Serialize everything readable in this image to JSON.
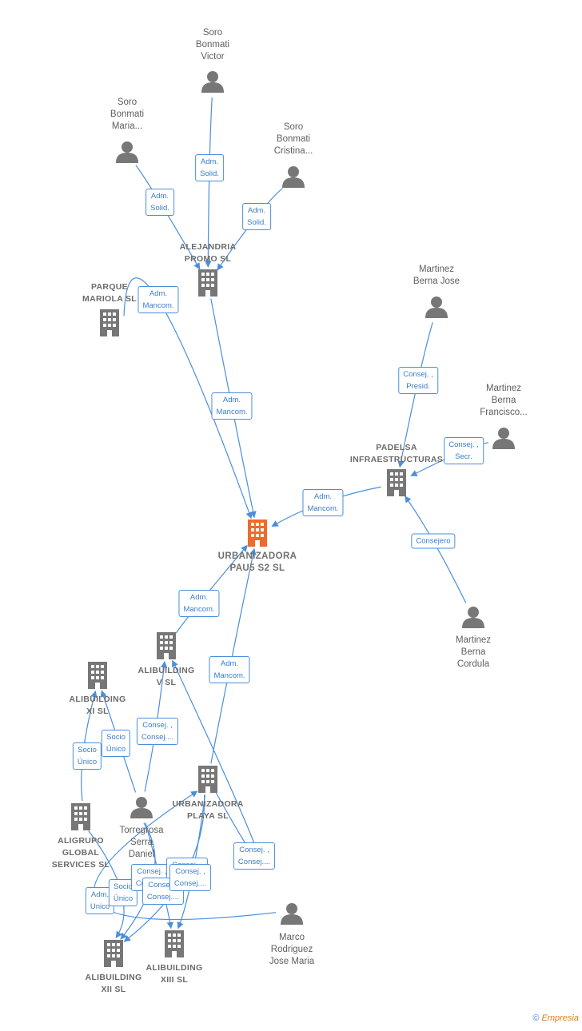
{
  "colors": {
    "edge": "#4a8fdb",
    "node": "#777777",
    "main_node": "#f06a2a"
  },
  "nodes": [
    {
      "id": "soro_victor",
      "kind": "person",
      "label": "Soro\nBonmati\nVictor"
    },
    {
      "id": "soro_maria",
      "kind": "person",
      "label": "Soro\nBonmati\nMaria..."
    },
    {
      "id": "soro_cristina",
      "kind": "person",
      "label": "Soro\nBonmati\nCristina..."
    },
    {
      "id": "alejandria",
      "kind": "company",
      "label": "ALEJANDRIA\nPROMO SL"
    },
    {
      "id": "parque",
      "kind": "company",
      "label": "PARQUE\nMARIOLA SL"
    },
    {
      "id": "martinez_jose",
      "kind": "person",
      "label": "Martinez\nBerna Jose"
    },
    {
      "id": "martinez_francisco",
      "kind": "person",
      "label": "Martinez\nBerna\nFrancisco..."
    },
    {
      "id": "padelsa",
      "kind": "company",
      "label": "PADELSA\nINFRAESTRUCTURAS"
    },
    {
      "id": "urbanizadora_pau5",
      "kind": "main",
      "label": "URBANIZADORA\nPAU5 S2 SL"
    },
    {
      "id": "martinez_cordula",
      "kind": "person",
      "label": "Martinez\nBerna\nCordula"
    },
    {
      "id": "alibuilding_v",
      "kind": "company",
      "label": "ALIBUILDING\nV SL"
    },
    {
      "id": "alibuilding_xi",
      "kind": "company",
      "label": "ALIBUILDING\nXI SL"
    },
    {
      "id": "urbanizadora_playa",
      "kind": "company",
      "label": "URBANIZADORA\nPLAYA SL"
    },
    {
      "id": "torregrosa",
      "kind": "person",
      "label": "Torregrosa\nSerra\nDaniel"
    },
    {
      "id": "aligrupo",
      "kind": "company",
      "label": "ALIGRUPO\nGLOBAL\nSERVICES SL"
    },
    {
      "id": "marco",
      "kind": "person",
      "label": "Marco\nRodriguez\nJose Maria"
    },
    {
      "id": "alibuilding_xii",
      "kind": "company",
      "label": "ALIBUILDING\nXII SL"
    },
    {
      "id": "alibuilding_xiii",
      "kind": "company",
      "label": "ALIBUILDING\nXIII SL"
    }
  ],
  "edges": [
    {
      "from": "soro_victor",
      "to": "alejandria",
      "label": "Adm.\nSolid."
    },
    {
      "from": "soro_maria",
      "to": "alejandria",
      "label": "Adm.\nSolid."
    },
    {
      "from": "soro_cristina",
      "to": "alejandria",
      "label": "Adm.\nSolid."
    },
    {
      "from": "parque",
      "to": "urbanizadora_pau5",
      "label": "Adm.\nMancom."
    },
    {
      "from": "alejandria",
      "to": "urbanizadora_pau5",
      "label": "Adm.\nMancom."
    },
    {
      "from": "martinez_jose",
      "to": "padelsa",
      "label": "Consej. ,\nPresid."
    },
    {
      "from": "martinez_francisco",
      "to": "padelsa",
      "label": "Consej. ,\nSecr."
    },
    {
      "from": "padelsa",
      "to": "urbanizadora_pau5",
      "label": "Adm.\nMancom."
    },
    {
      "from": "martinez_cordula",
      "to": "padelsa",
      "label": "Consejero"
    },
    {
      "from": "alibuilding_v",
      "to": "urbanizadora_pau5",
      "label": "Adm.\nMancom."
    },
    {
      "from": "urbanizadora_playa",
      "to": "urbanizadora_pau5",
      "label": "Adm.\nMancom."
    },
    {
      "from": "aligrupo",
      "to": "alibuilding_xi",
      "label": "Socio\nÚnico"
    },
    {
      "from": "torregrosa",
      "to": "alibuilding_xi",
      "label": "Socio\nÚnico"
    },
    {
      "from": "torregrosa",
      "to": "alibuilding_v",
      "label": "Consej. ,\nConsej...."
    },
    {
      "from": "urbanizadora_playa",
      "to": "alibuilding_v",
      "label": "Consej. ,\nConsej...."
    },
    {
      "from": "marco",
      "to": "urbanizadora_playa",
      "label": "Adm.\nUnico"
    },
    {
      "from": "aligrupo",
      "to": "alibuilding_xii",
      "label": "Socio\nÚnico"
    },
    {
      "from": "torregrosa",
      "to": "alibuilding_xii",
      "label": "Consej. ,\nConsej...."
    },
    {
      "from": "urbanizadora_playa",
      "to": "alibuilding_xii",
      "label": "Consej. ,\nConsej...."
    },
    {
      "from": "torregrosa",
      "to": "alibuilding_xiii",
      "label": "Consej. ,\nConsej...."
    },
    {
      "from": "urbanizadora_playa",
      "to": "alibuilding_xiii",
      "label": "Consej. ,\nConsej...."
    }
  ],
  "footer": {
    "copyright": "©",
    "brand": "Empresia"
  }
}
